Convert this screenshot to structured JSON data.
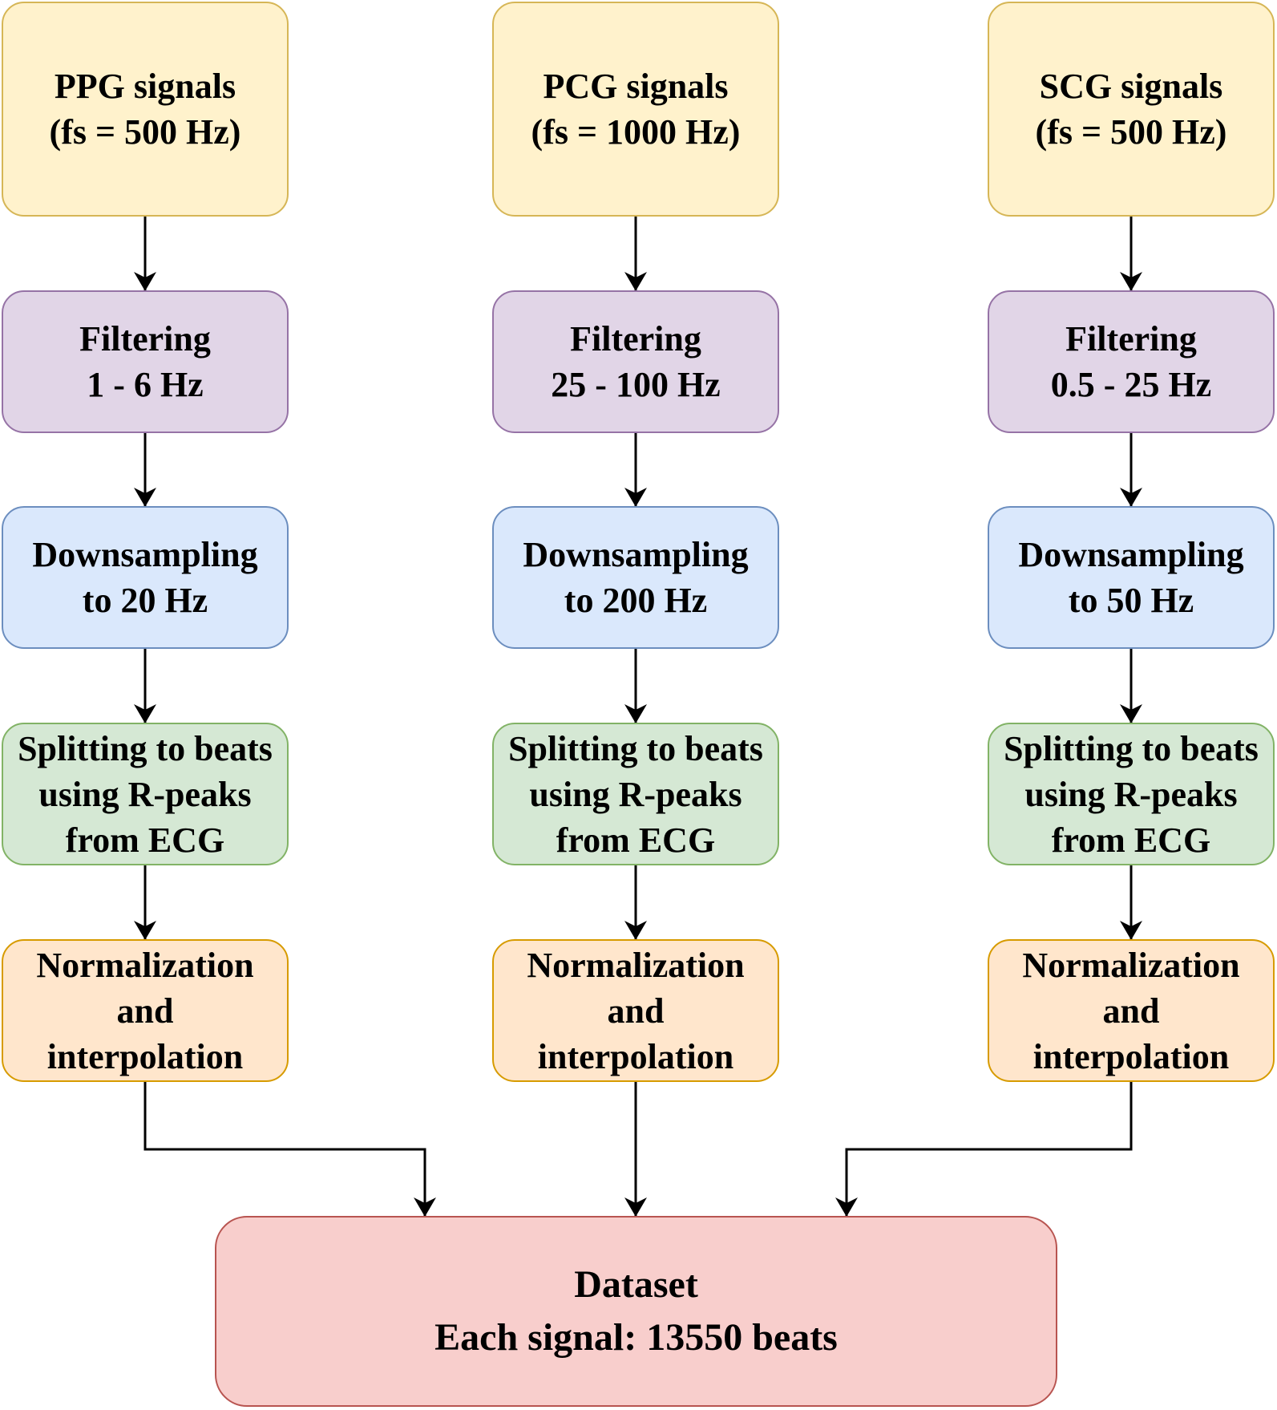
{
  "colors": {
    "signal": {
      "fill": "#fff2cc",
      "stroke": "#d6b656"
    },
    "filter": {
      "fill": "#e1d5e7",
      "stroke": "#9673a6"
    },
    "down": {
      "fill": "#dae8fc",
      "stroke": "#6c8ebf"
    },
    "split": {
      "fill": "#d5e8d4",
      "stroke": "#82b366"
    },
    "norm": {
      "fill": "#ffe6cc",
      "stroke": "#d79b00"
    },
    "dataset": {
      "fill": "#f8cecc",
      "stroke": "#b85450"
    },
    "arrow": "#000000"
  },
  "columns": [
    {
      "signal": {
        "line1": "PPG signals",
        "line2": "(fs = 500 Hz)"
      },
      "filter": {
        "line1": "Filtering",
        "line2": "1 - 6 Hz"
      },
      "down": {
        "line1": "Downsampling",
        "line2": "to 20 Hz"
      },
      "split": {
        "line1": "Splitting to beats",
        "line2": "using R-peaks",
        "line3": "from ECG"
      },
      "norm": {
        "line1": "Normalization",
        "line2": "and",
        "line3": "interpolation"
      }
    },
    {
      "signal": {
        "line1": "PCG signals",
        "line2": "(fs = 1000 Hz)"
      },
      "filter": {
        "line1": "Filtering",
        "line2": "25 - 100 Hz"
      },
      "down": {
        "line1": "Downsampling",
        "line2": "to 200 Hz"
      },
      "split": {
        "line1": "Splitting to beats",
        "line2": "using R-peaks",
        "line3": "from ECG"
      },
      "norm": {
        "line1": "Normalization",
        "line2": "and",
        "line3": "interpolation"
      }
    },
    {
      "signal": {
        "line1": "SCG signals",
        "line2": "(fs = 500 Hz)"
      },
      "filter": {
        "line1": "Filtering",
        "line2": "0.5 - 25 Hz"
      },
      "down": {
        "line1": "Downsampling",
        "line2": "to 50 Hz"
      },
      "split": {
        "line1": "Splitting to beats",
        "line2": "using R-peaks",
        "line3": "from ECG"
      },
      "norm": {
        "line1": "Normalization",
        "line2": "and",
        "line3": "interpolation"
      }
    }
  ],
  "dataset": {
    "line1": "Dataset",
    "line2": "Each signal: 13550 beats"
  }
}
